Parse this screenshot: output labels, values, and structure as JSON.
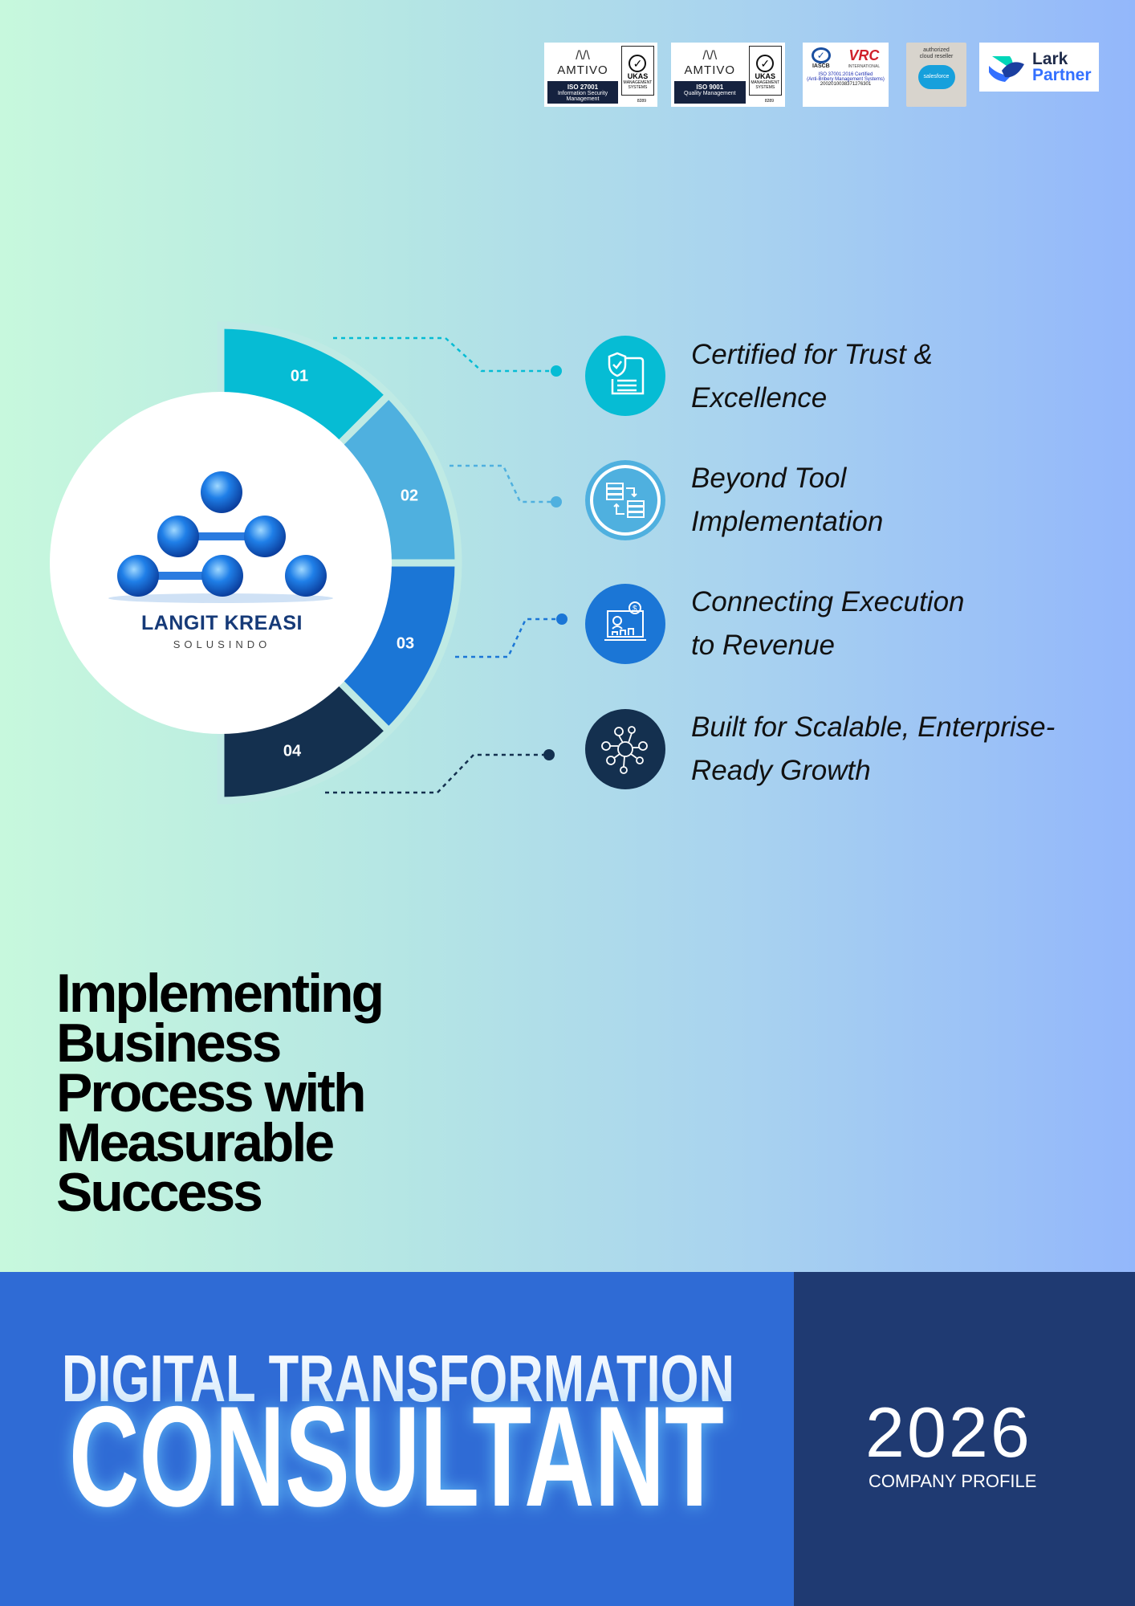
{
  "certifications": [
    {
      "brand": "AMTIVO",
      "standard": "ISO 27001",
      "desc": "Information Security Management",
      "accreditor": "UKAS",
      "accreditor_sub": "MANAGEMENT SYSTEMS",
      "number": "8289"
    },
    {
      "brand": "AMTIVO",
      "standard": "ISO 9001",
      "desc": "Quality Management",
      "accreditor": "UKAS",
      "accreditor_sub": "MANAGEMENT SYSTEMS",
      "number": "8289"
    },
    {
      "brand": "IASCB",
      "brand2": "VRC",
      "brand2_sub": "INTERNATIONAL",
      "standard": "ISO 37001:2016 Certified",
      "desc": "(Anti-Bribery Management Systems)",
      "number": "2002010038371276301"
    },
    {
      "line1": "authorized",
      "line2": "cloud reseller",
      "brand": "salesforce"
    },
    {
      "line1": "Lark",
      "line2": "Partner"
    }
  ],
  "segments": [
    {
      "label": "01",
      "color": "#06bcd4"
    },
    {
      "label": "02",
      "color": "#4fb0df"
    },
    {
      "label": "03",
      "color": "#1b76d6"
    },
    {
      "label": "04",
      "color": "#14304f"
    }
  ],
  "logo": {
    "name": "LANGIT KREASI",
    "sub": "SOLUSINDO"
  },
  "features": [
    {
      "line1": "Certified for Trust &",
      "line2": "Excellence",
      "icon": "certificate-shield-icon",
      "color": "#06bcd4"
    },
    {
      "line1": "Beyond Tool",
      "line2": "Implementation",
      "icon": "server-transfer-icon",
      "color": "#4fb0df"
    },
    {
      "line1": "Connecting Execution",
      "line2": "to Revenue",
      "icon": "revenue-dashboard-icon",
      "color": "#1b76d6"
    },
    {
      "line1": "Built for Scalable, Enterprise-",
      "line2": "Ready Growth",
      "icon": "network-people-icon",
      "color": "#14304f"
    }
  ],
  "headline": [
    "Implementing",
    "Business",
    "Process with",
    "Measurable",
    "Success"
  ],
  "banner": {
    "title1": "DIGITAL TRANSFORMATION",
    "title2": "CONSULTANT",
    "year": "2026",
    "subtitle": "COMPANY PROFILE"
  }
}
